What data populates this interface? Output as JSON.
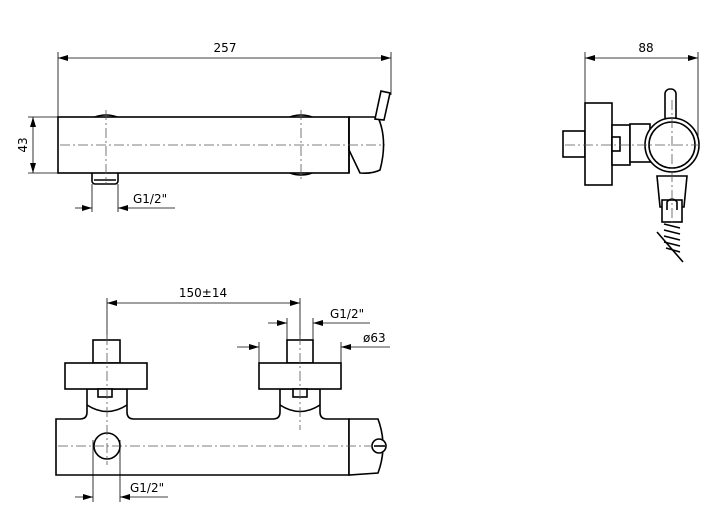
{
  "dimensions": {
    "overall_length": "257",
    "body_height": "43",
    "depth": "88",
    "inlet_spacing": "150±14",
    "outlet_thread_side": "G1/2\"",
    "inlet_thread": "G1/2\"",
    "escutcheon_diameter": "ø63",
    "outlet_thread_front": "G1/2\""
  }
}
